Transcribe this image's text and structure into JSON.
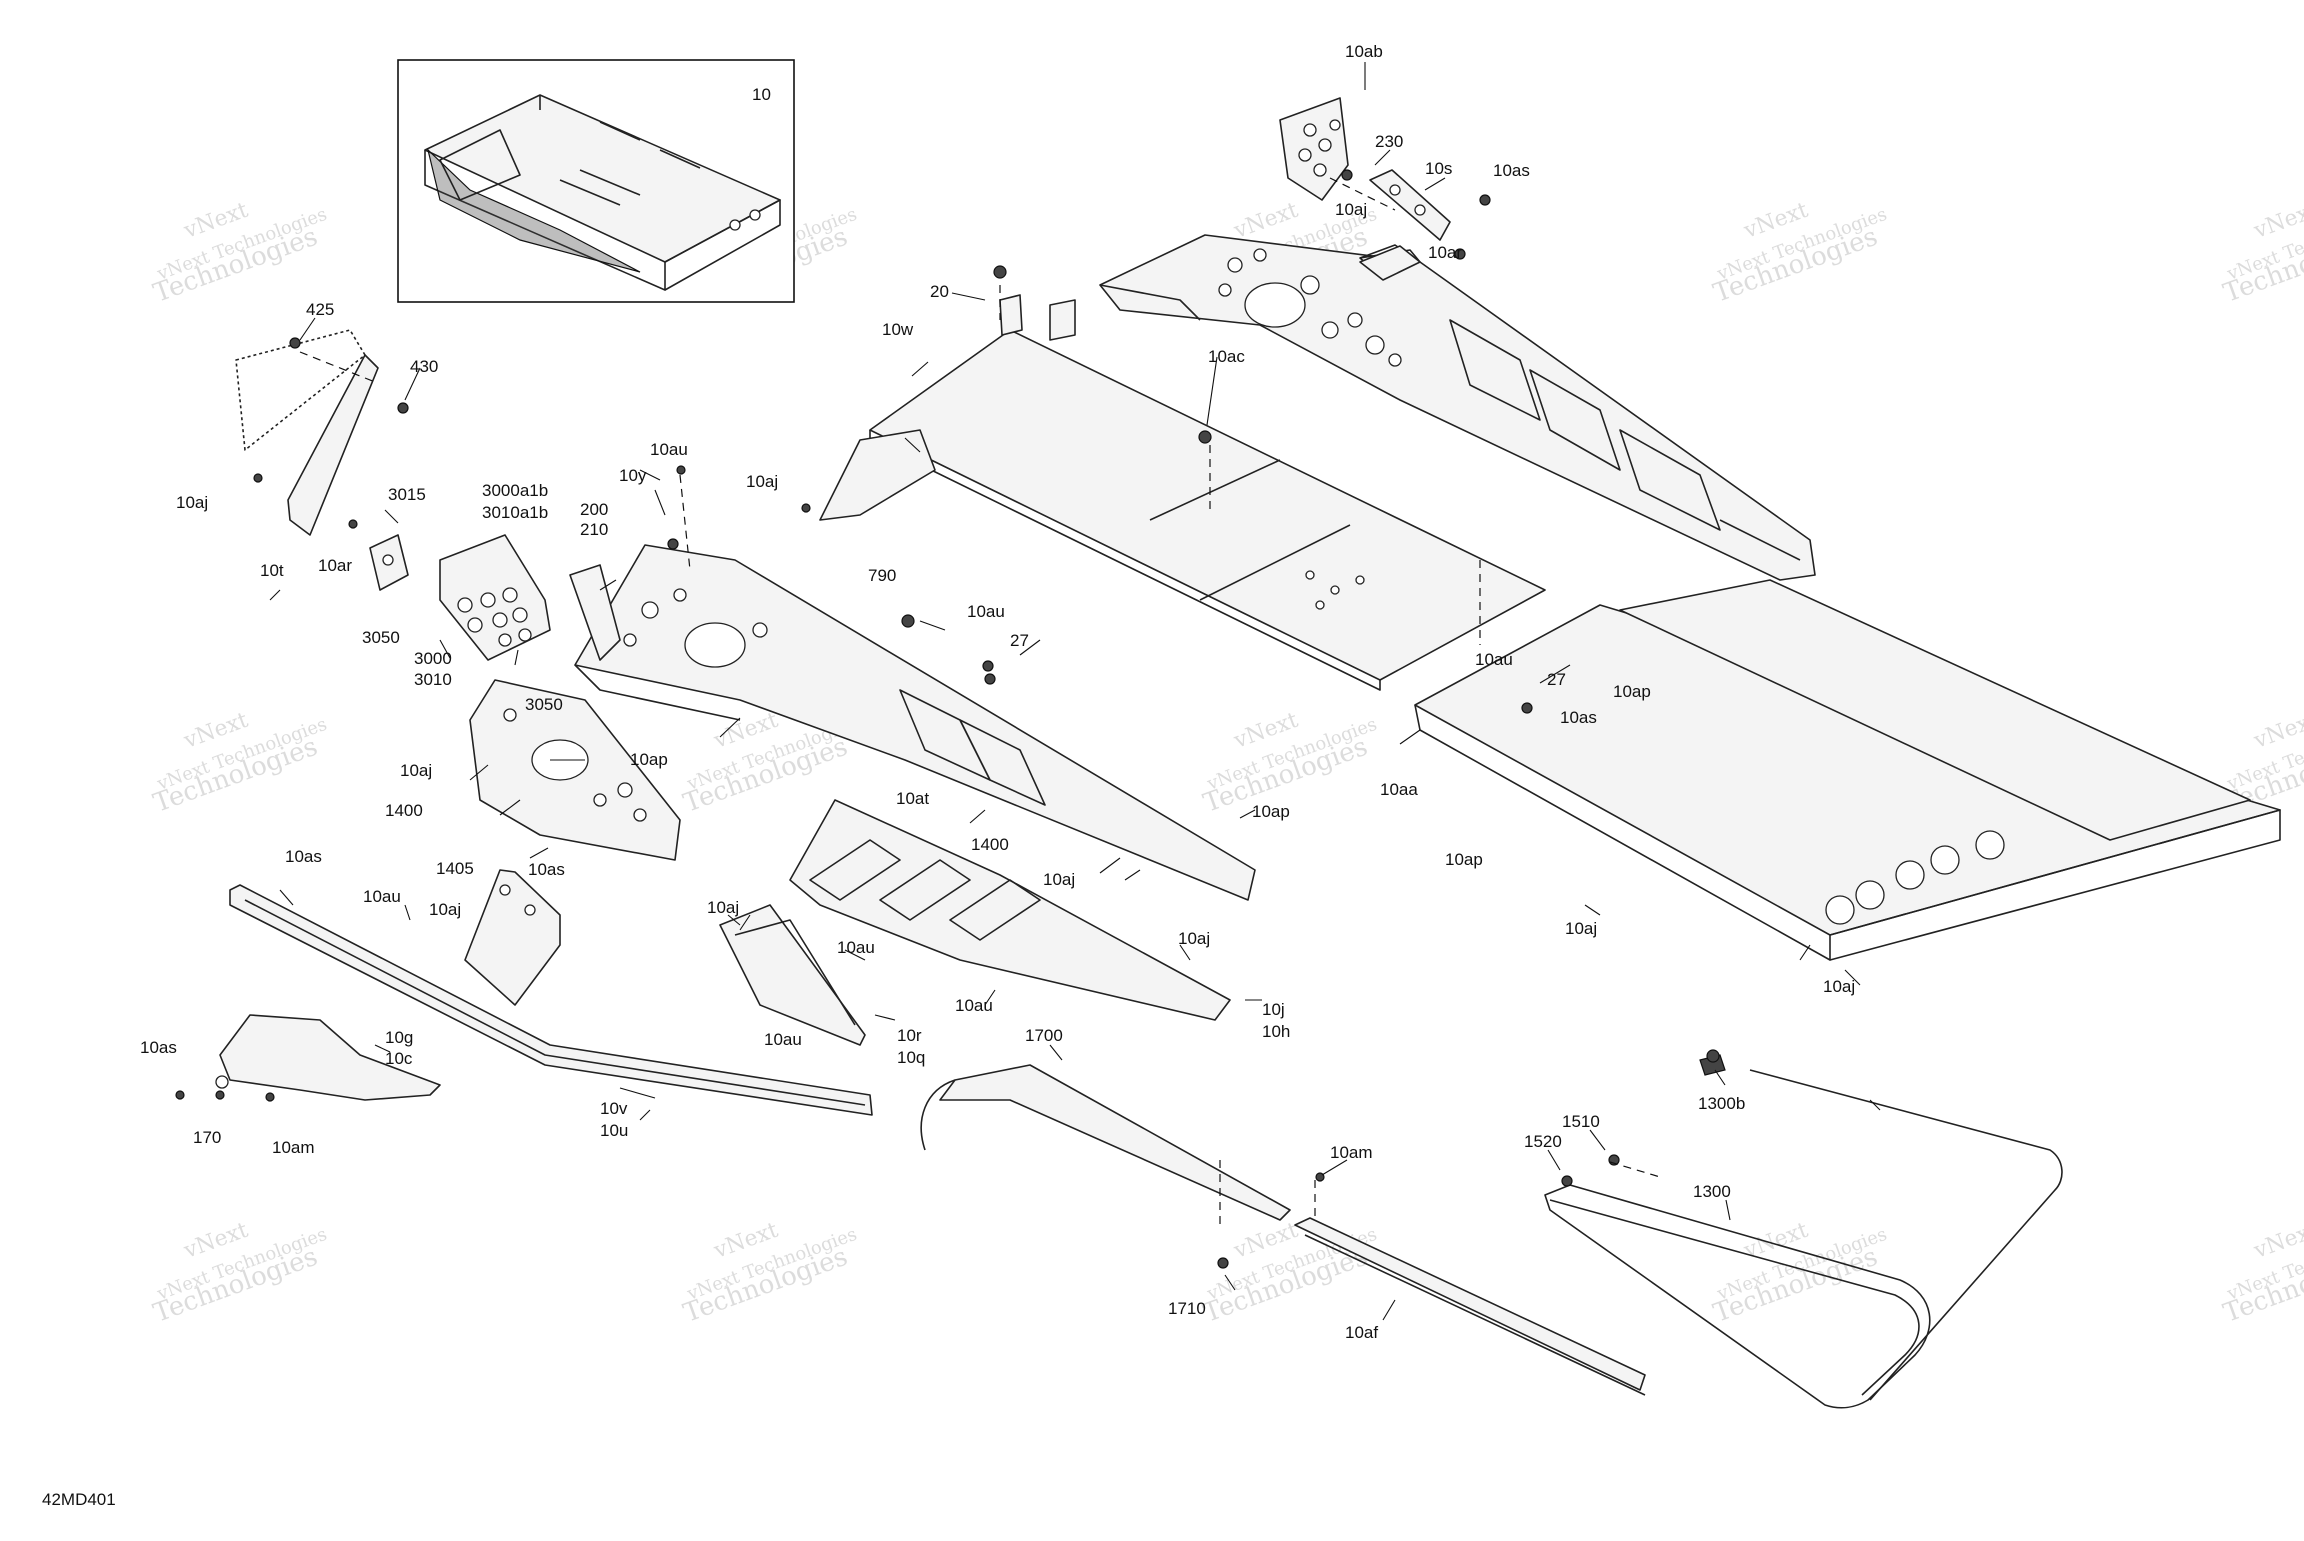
{
  "diagram": {
    "code": "42MD401",
    "inset_label": "10",
    "watermark_line1": "vNext Technologies",
    "watermark_line2": "Technologies",
    "watermark_small": "vNext",
    "callouts": [
      "10ab",
      "230",
      "10s",
      "10as",
      "10aj",
      "10ar",
      "425",
      "430",
      "10aj",
      "10t",
      "10ar",
      "20",
      "10w",
      "10ac",
      "10aj",
      "10au",
      "10y",
      "3015",
      "3000a1b",
      "3010a1b",
      "200",
      "210",
      "3050",
      "3000",
      "3010",
      "3050",
      "790",
      "10au",
      "27",
      "10aj",
      "1400",
      "10ap",
      "1405",
      "10as",
      "10at",
      "1400",
      "10ap",
      "10aj",
      "10au",
      "27",
      "10ap",
      "10as",
      "10aa",
      "10ap",
      "10aj",
      "10aj",
      "10as",
      "10au",
      "10aj",
      "10aj",
      "10au",
      "10aj",
      "10au",
      "10j",
      "10h",
      "10r",
      "10q",
      "10as",
      "10g",
      "10c",
      "170",
      "10am",
      "10au",
      "10v",
      "10u",
      "1700",
      "10am",
      "1710",
      "10af",
      "1300b",
      "1510",
      "1520",
      "1300"
    ]
  }
}
